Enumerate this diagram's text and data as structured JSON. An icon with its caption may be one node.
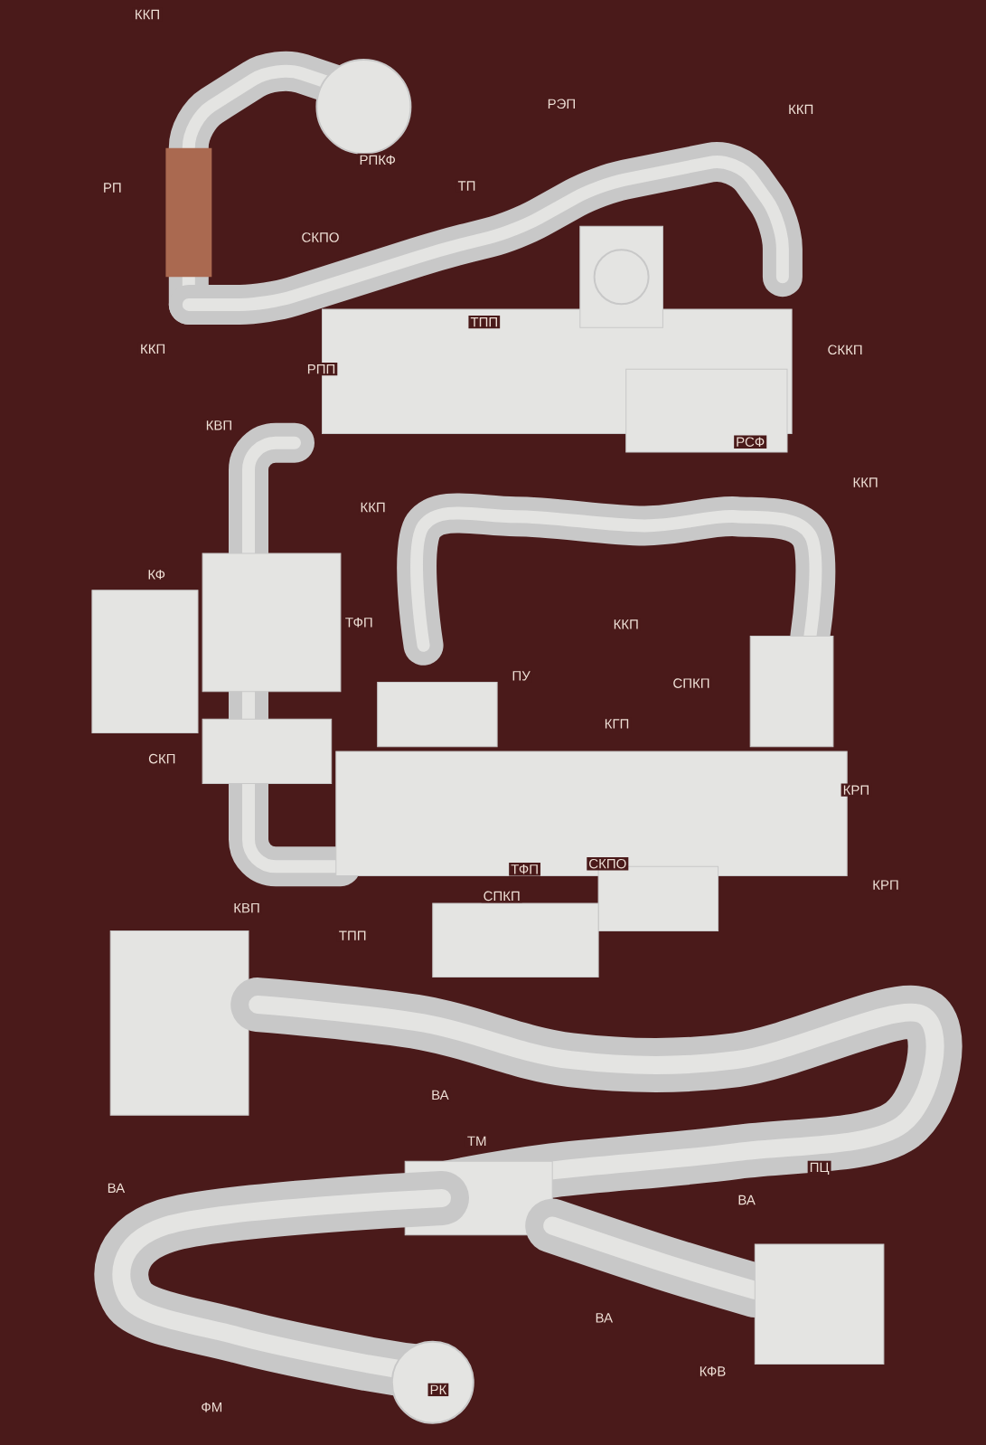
{
  "diagram": {
    "labels": [
      "ККП",
      "РЭП",
      "ККП",
      "РПКФ",
      "РП",
      "ТП",
      "СКПО",
      "ККП",
      "ТПП",
      "СККП",
      "РПП",
      "КВП",
      "РСФ",
      "ККП",
      "ККП",
      "КФ",
      "ТФП",
      "ККП",
      "ПУ",
      "СПКП",
      "КГП",
      "СКП",
      "КРП",
      "ТФП",
      "СКПО",
      "КРП",
      "КВП",
      "СПКП",
      "ТПП",
      "ВА",
      "ТМ",
      "ВА",
      "ПЦ",
      "ВА",
      "ВА",
      "КФВ",
      "РК",
      "ФМ"
    ]
  }
}
